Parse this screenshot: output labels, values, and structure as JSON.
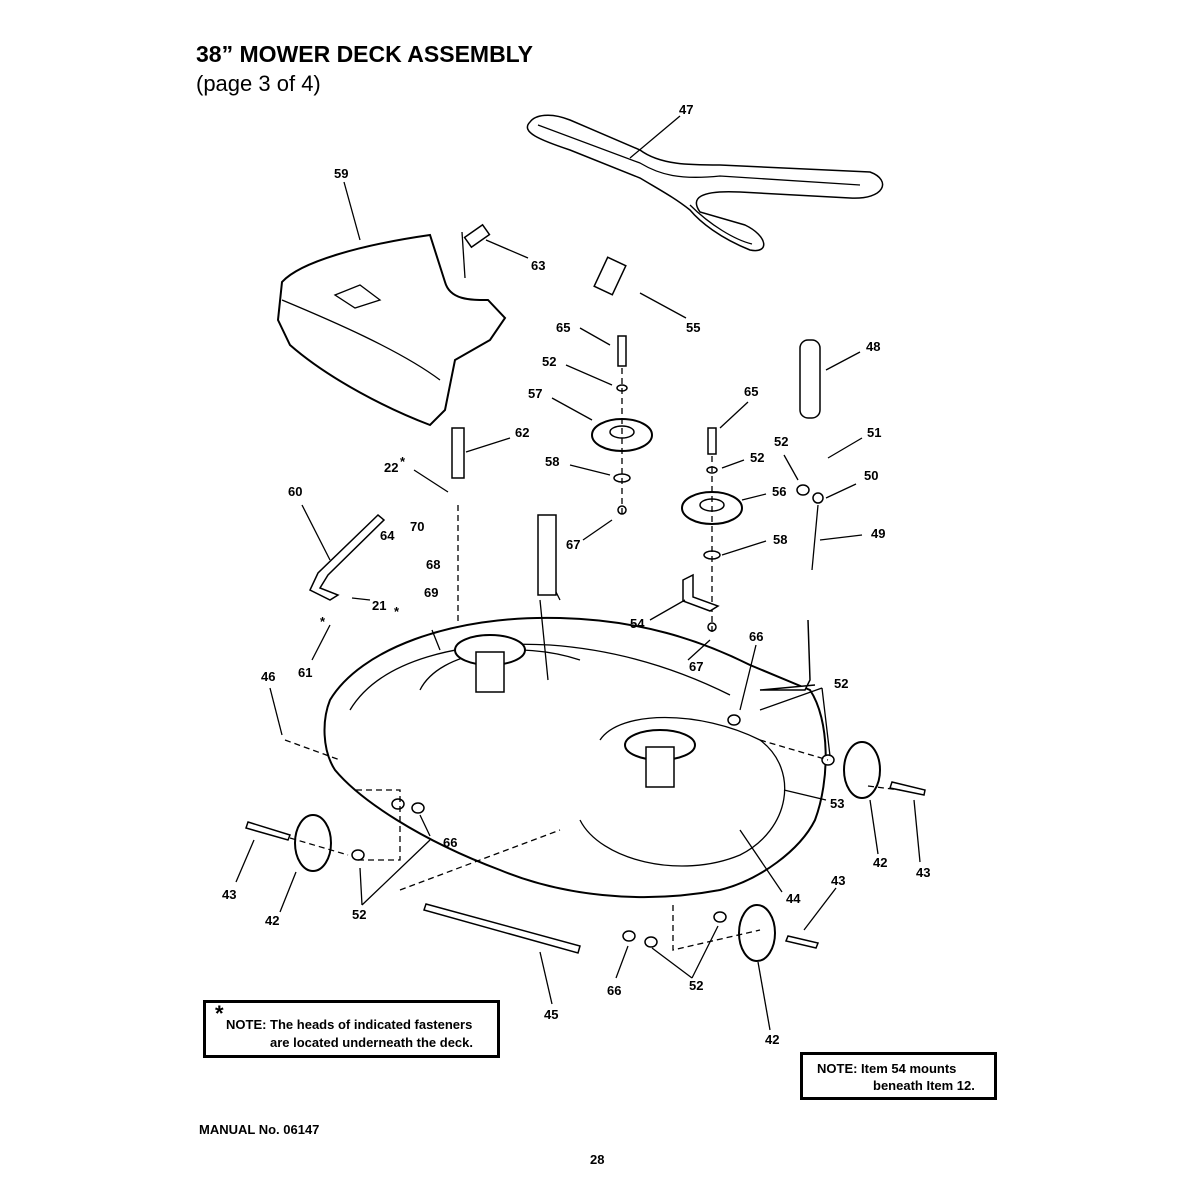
{
  "header": {
    "title": "38” MOWER DECK ASSEMBLY",
    "subtitle": "(page 3 of 4)"
  },
  "callouts": [
    {
      "id": "c-47",
      "text": "47"
    },
    {
      "id": "c-59",
      "text": "59"
    },
    {
      "id": "c-63",
      "text": "63"
    },
    {
      "id": "c-55",
      "text": "55"
    },
    {
      "id": "c-65a",
      "text": "65"
    },
    {
      "id": "c-52a",
      "text": "52"
    },
    {
      "id": "c-48",
      "text": "48"
    },
    {
      "id": "c-57",
      "text": "57"
    },
    {
      "id": "c-65b",
      "text": "65"
    },
    {
      "id": "c-62",
      "text": "62"
    },
    {
      "id": "c-51",
      "text": "51"
    },
    {
      "id": "c-22",
      "text": "22"
    },
    {
      "id": "c-58a",
      "text": "58"
    },
    {
      "id": "c-52b",
      "text": "52"
    },
    {
      "id": "c-52c",
      "text": "52"
    },
    {
      "id": "c-50",
      "text": "50"
    },
    {
      "id": "c-60",
      "text": "60"
    },
    {
      "id": "c-56",
      "text": "56"
    },
    {
      "id": "c-70",
      "text": "70"
    },
    {
      "id": "c-64",
      "text": "64"
    },
    {
      "id": "c-67a",
      "text": "67"
    },
    {
      "id": "c-58b",
      "text": "58"
    },
    {
      "id": "c-49",
      "text": "49"
    },
    {
      "id": "c-68",
      "text": "68"
    },
    {
      "id": "c-21",
      "text": "21"
    },
    {
      "id": "c-69",
      "text": "69"
    },
    {
      "id": "c-54",
      "text": "54"
    },
    {
      "id": "c-66a",
      "text": "66"
    },
    {
      "id": "c-61",
      "text": "61"
    },
    {
      "id": "c-46",
      "text": "46"
    },
    {
      "id": "c-67b",
      "text": "67"
    },
    {
      "id": "c-52d",
      "text": "52"
    },
    {
      "id": "c-53",
      "text": "53"
    },
    {
      "id": "c-66b",
      "text": "66"
    },
    {
      "id": "c-42a",
      "text": "42"
    },
    {
      "id": "c-43a",
      "text": "43"
    },
    {
      "id": "c-43b",
      "text": "43"
    },
    {
      "id": "c-44",
      "text": "44"
    },
    {
      "id": "c-43c",
      "text": "43"
    },
    {
      "id": "c-42b",
      "text": "42"
    },
    {
      "id": "c-52e",
      "text": "52"
    },
    {
      "id": "c-66c",
      "text": "66"
    },
    {
      "id": "c-52f",
      "text": "52"
    },
    {
      "id": "c-45",
      "text": "45"
    },
    {
      "id": "c-42c",
      "text": "42"
    }
  ],
  "asterisks": [
    "*",
    "*",
    "*"
  ],
  "notes": {
    "fasteners": {
      "asterisk": "*",
      "line1": "NOTE: The heads of indicated fasteners",
      "line2": "are located underneath the deck."
    },
    "item54": {
      "line1": "NOTE: Item 54 mounts",
      "line2": "beneath Item 12."
    }
  },
  "footer": {
    "manual": "MANUAL No. 06147",
    "page": "28"
  }
}
